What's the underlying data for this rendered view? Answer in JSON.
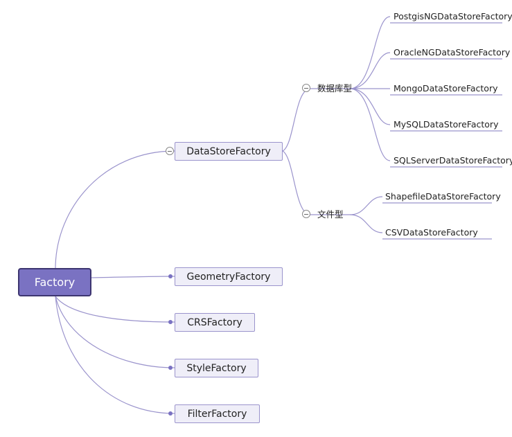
{
  "root": {
    "label": "Factory"
  },
  "branches": {
    "datastore": {
      "label": "DataStoreFactory",
      "database": {
        "label": "数据库型",
        "items": [
          "PostgisNGDataStoreFactory",
          "OracleNGDataStoreFactory",
          "MongoDataStoreFactory",
          "MySQLDataStoreFactory",
          "SQLServerDataStoreFactory"
        ]
      },
      "file": {
        "label": "文件型",
        "items": [
          "ShapefileDataStoreFactory",
          "CSVDataStoreFactory"
        ]
      }
    },
    "geometry": {
      "label": "GeometryFactory"
    },
    "crs": {
      "label": "CRSFactory"
    },
    "style": {
      "label": "StyleFactory"
    },
    "filter": {
      "label": "FilterFactory"
    }
  },
  "colors": {
    "line": "#9a93cc",
    "root_fill": "#7a72c2",
    "root_border": "#3d3570",
    "node_fill": "#efeef8"
  }
}
